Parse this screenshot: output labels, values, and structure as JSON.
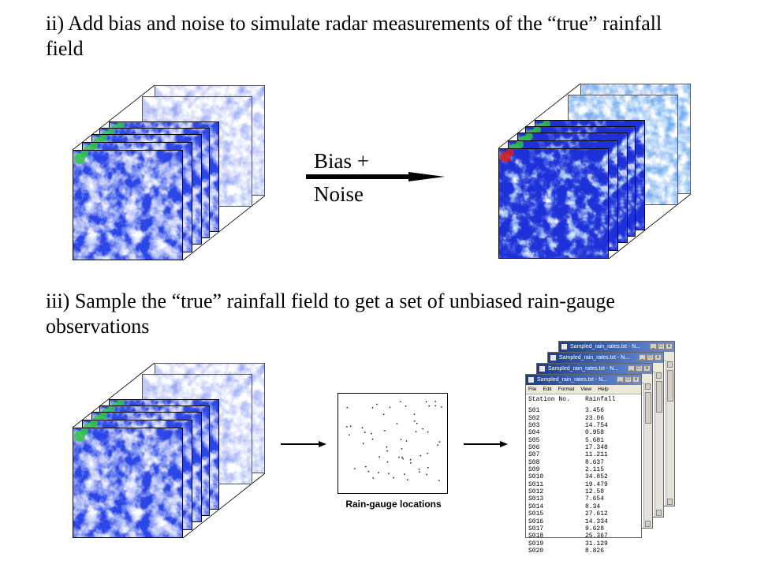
{
  "headings": {
    "step2": "ii) Add bias and noise to simulate radar measurements of the “true” rainfall field",
    "step3": "iii) Sample the “true” rainfall field to get a set of unbiased rain-gauge observations"
  },
  "arrow_label": {
    "line1": "Bias +",
    "line2": "Noise"
  },
  "gauge_caption": "Rain-gauge locations",
  "colors": {
    "rain_light": "#c8d2ff",
    "rain_mid": "#5a78f0",
    "rain_heavy": "#1020c8",
    "rain_peak_green": "#2ec44a",
    "rain_peak_red": "#d02020"
  },
  "window": {
    "title": "Sampled_rain_rates.txt - N...",
    "menu": [
      "File",
      "Edit",
      "Format",
      "View",
      "Help"
    ],
    "buttons": [
      "_",
      "□",
      "x"
    ],
    "header": [
      "Station No.",
      "Rainfall"
    ],
    "rows": [
      [
        "S01",
        "3.456"
      ],
      [
        "S02",
        "23.06"
      ],
      [
        "S03",
        "14.754"
      ],
      [
        "S04",
        "0.958"
      ],
      [
        "S05",
        "5.681"
      ],
      [
        "S06",
        "17.348"
      ],
      [
        "S07",
        "11.211"
      ],
      [
        "S08",
        "8.637"
      ],
      [
        "S09",
        "2.115"
      ],
      [
        "S010",
        "34.852"
      ],
      [
        "S011",
        "19.479"
      ],
      [
        "S012",
        "12.58"
      ],
      [
        "S013",
        "7.654"
      ],
      [
        "S014",
        "8.34"
      ],
      [
        "S015",
        "27.612"
      ],
      [
        "S016",
        "14.334"
      ],
      [
        "S017",
        "9.628"
      ],
      [
        "S018",
        "25.367"
      ],
      [
        "S019",
        "31.129"
      ],
      [
        "S020",
        "8.826"
      ]
    ]
  }
}
